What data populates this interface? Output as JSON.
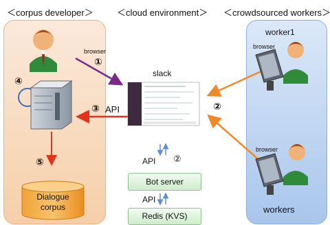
{
  "headers": {
    "corpus_developer": "＜corpus developer＞",
    "cloud_environment": "＜cloud environment＞",
    "crowdsourced_workers": "＜crowdsourced workers＞"
  },
  "left": {
    "browser_label": "browser",
    "step1": "①",
    "step3": "③",
    "api_label": "API",
    "step4": "④",
    "step5": "⑤",
    "corpus_line1": "Dialogue",
    "corpus_line2": "corpus"
  },
  "center": {
    "slack_label": "slack",
    "api1": "API",
    "step2": "②",
    "bot_server": "Bot server",
    "api2": "API",
    "redis": "Redis (KVS)"
  },
  "right": {
    "worker1": "worker1",
    "browser1": "browser",
    "step2": "②",
    "browser2": "browser",
    "workers": "workers"
  },
  "colors": {
    "purple_arrow": "#7b2a8a",
    "orange_arrow": "#ef8a2b",
    "red_arrow": "#e2341d",
    "blue_arrow": "#5b8fd1"
  }
}
